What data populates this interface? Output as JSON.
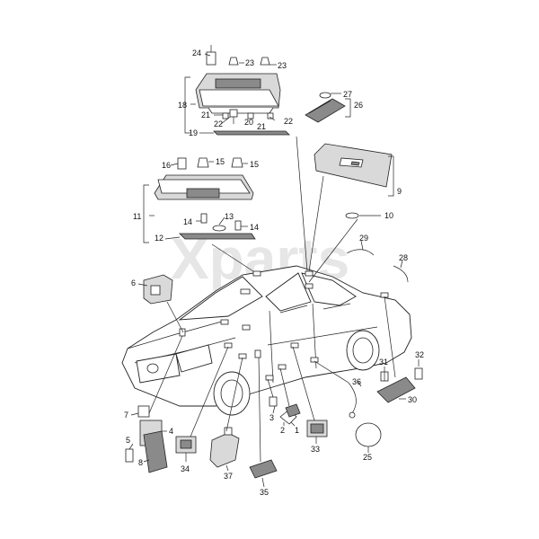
{
  "watermark": "Xparts",
  "callouts": [
    "1",
    "2",
    "3",
    "4",
    "5",
    "6",
    "7",
    "8",
    "9",
    "10",
    "11",
    "12",
    "13",
    "14",
    "14",
    "15",
    "15",
    "16",
    "18",
    "19",
    "20",
    "21",
    "21",
    "22",
    "22",
    "23",
    "23",
    "24",
    "25",
    "26",
    "27",
    "28",
    "29",
    "30",
    "31",
    "32",
    "33",
    "34",
    "35",
    "36",
    "37"
  ],
  "colors": {
    "line": "#222222",
    "shade": "#d9d9d9",
    "dark": "#8a8a8a",
    "watermark": "#e6e6e6"
  }
}
